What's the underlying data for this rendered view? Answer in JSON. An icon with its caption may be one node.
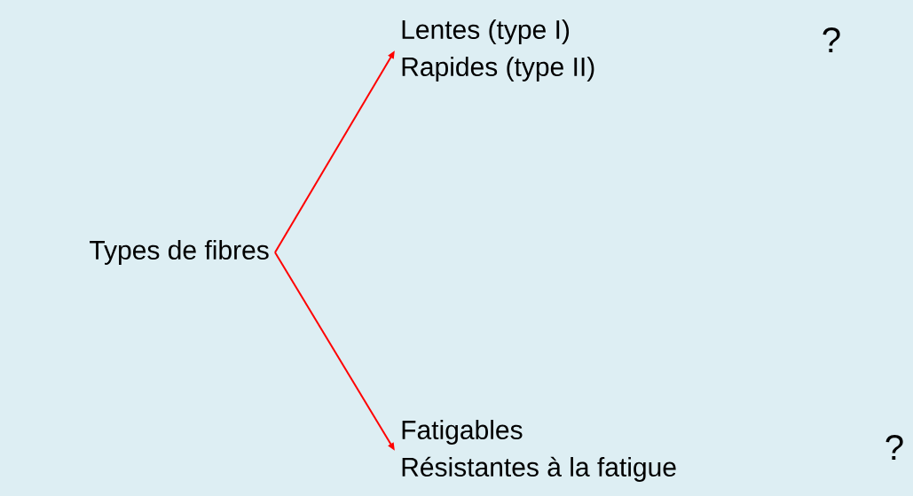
{
  "diagram": {
    "nodes": [
      {
        "text": [
          "Types de fibres"
        ]
      },
      {
        "text": [
          "Lentes (type I)",
          "Rapides (type II)"
        ]
      },
      {
        "text": [
          "Fatigables",
          "Résistantes à la fatigue"
        ]
      }
    ],
    "edges": [
      {
        "from": 0,
        "to": 1,
        "arrow": "to",
        "color": "#ff0000"
      },
      {
        "from": 0,
        "to": 2,
        "arrow": "to",
        "color": "#ff0000"
      }
    ],
    "labels": [
      "?",
      "?"
    ]
  }
}
